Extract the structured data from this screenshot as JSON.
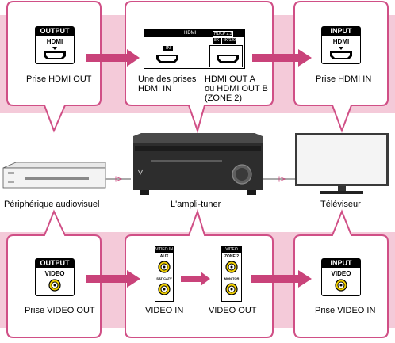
{
  "top": {
    "left": {
      "panel_header": "OUTPUT",
      "panel_label": "HDMI",
      "caption": "Prise HDMI OUT"
    },
    "middle": {
      "panel_title": "HDMI",
      "hdcp_badge": "HDCP 2.3",
      "in_tag": "IN",
      "out_tag_a": "8K",
      "out_tag_b": "4K/120",
      "caption_left_1": "Une des prises",
      "caption_left_2": "HDMI IN",
      "caption_right_1": "HDMI OUT A",
      "caption_right_2": "ou HDMI OUT B",
      "caption_right_3": "(ZONE 2)"
    },
    "right": {
      "panel_header": "INPUT",
      "panel_label": "HDMI",
      "caption": "Prise HDMI IN"
    }
  },
  "devices": {
    "player_label": "Périphérique audiovisuel",
    "receiver_label": "L'ampli-tuner",
    "tv_label": "Téléviseur"
  },
  "bottom": {
    "left": {
      "panel_header": "OUTPUT",
      "panel_label": "VIDEO",
      "caption": "Prise VIDEO OUT"
    },
    "middle_in": {
      "header": "VIDEO IN",
      "sub1": "AUX",
      "sub2": "SAT/CATV",
      "caption": "VIDEO IN"
    },
    "middle_out": {
      "header": "VIDEO OUT",
      "sub1": "ZONE 2",
      "sub2": "MONITOR",
      "caption": "VIDEO OUT"
    },
    "right": {
      "panel_header": "INPUT",
      "panel_label": "VIDEO",
      "caption": "Prise VIDEO IN"
    }
  },
  "colors": {
    "band": "#f4cad9",
    "callout_border": "#d04f86",
    "arrow": "#c9437a",
    "jack_yellow": "#f2d000"
  }
}
